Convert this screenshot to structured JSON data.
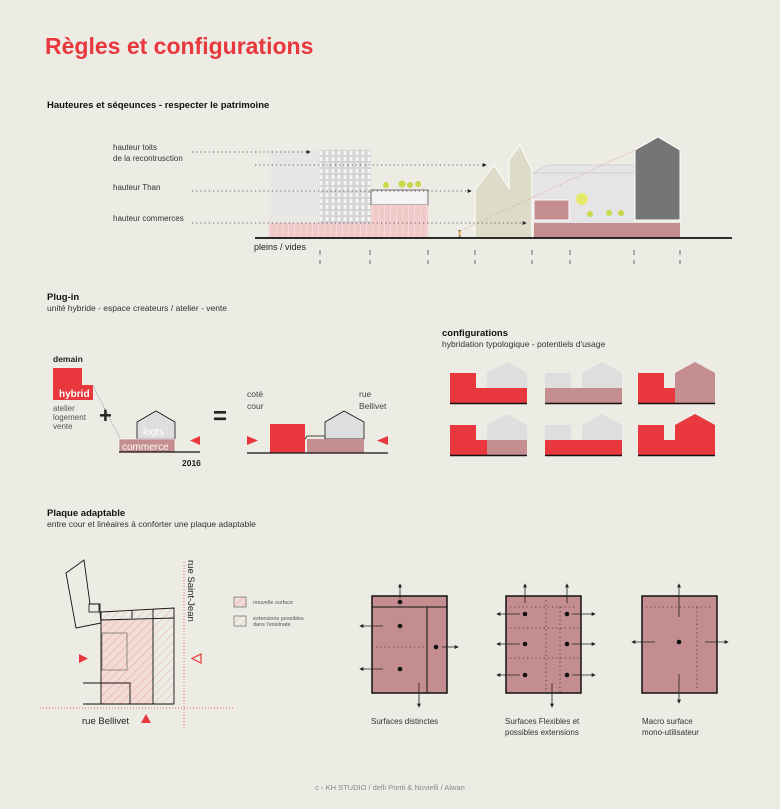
{
  "title": "Règles et configurations",
  "colors": {
    "accent": "#e8383d",
    "pink": "#c48d8f",
    "light_pink": "#f0c6c6",
    "grey": "#dedede",
    "dark_grey": "#757575",
    "sage": "#dcdcc8",
    "background": "#ecebe4"
  },
  "section1": {
    "heading": "Hauteures et séqeunces - respecter le patrimoine",
    "labels": {
      "roofs_line1": "hauteur toits",
      "roofs_line2": "de la recontrusction",
      "than": "hauteur Than",
      "commerce": "hauteur commerces"
    },
    "axis_label": "pleins / vides"
  },
  "section2": {
    "heading": "Plug-in",
    "subtitle": "unité hybride - espace createurs / atelier - vente",
    "tomorrow": "demain",
    "hybrid": "hybrid",
    "uses": [
      "atelier",
      "logement",
      "vente"
    ],
    "plus": "+",
    "equals": "=",
    "housing": "logts",
    "commerce": "commerce",
    "year": "2016",
    "courtyard": [
      "coté",
      "cour"
    ],
    "street": [
      "rue",
      "Bellivet"
    ],
    "configurations": {
      "heading": "configurations",
      "subtitle": "hybridation typologique - potentiels d'usage"
    }
  },
  "section3": {
    "heading": "Plaque adaptable",
    "subtitle": "entre cour et linéaires à conforter une plaque adaptable",
    "street_vertical": "rue Saint-Jean",
    "street_horizontal": "rue Bellivet",
    "legend": {
      "new_surface": "nouvelle surface",
      "extensions_line1": "extensions possibles",
      "extensions_line2": "dans l'existnate"
    },
    "plans": [
      {
        "line1": "Surfaces distinctes",
        "line2": ""
      },
      {
        "line1": "Surfaces Flexibles et",
        "line2": "possibles extensions"
      },
      {
        "line1": "Macro surface",
        "line2": "mono-utilisateur"
      }
    ]
  },
  "footer": "c - KH STUDIO / delli Ponti & Novielli / Alwan"
}
